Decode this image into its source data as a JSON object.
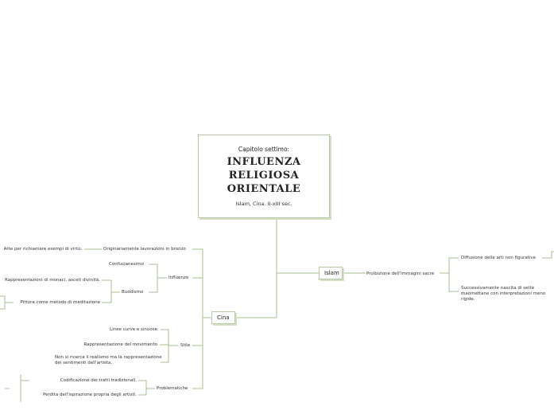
{
  "center": {
    "kicker": "Capitolo settimo:",
    "title_lines": [
      "INFLUENZA",
      "RELIGIOSA",
      "ORIENTALE"
    ],
    "subtitle": "Islam, Cina. II-xIII sec."
  },
  "islam": {
    "label": "Islam",
    "child": "Proibizione dell'immagini sacre",
    "leaves": [
      "Diffusione delle arti non figurative",
      "Successivamente nascita di sette maomettane con interpretazioni meno rigide."
    ]
  },
  "cina": {
    "label": "Cina",
    "influenze": {
      "label": "Influenze",
      "bronzo": "Originariamente lavorazioni in bronzo",
      "bronzo_leaf": "Arte per richiamare esempi di virtù.",
      "confucianesimo": "Confucianesimo",
      "buddismo": "Buddismo",
      "buddismo_leaves": [
        "Rappresentazioni di monaci, asceti divinità.",
        "Pittura come metodo di meditazione"
      ]
    },
    "stile": {
      "label": "Stile",
      "leaves": [
        "Linee curve e sinuose",
        "Rappresentazione del movimento",
        "Non si ricerca il realismo ma la rappresentazione dei sentimenti dell'artista."
      ]
    },
    "problematiche": {
      "label": "Problematiche",
      "leaves": [
        "Codificazione dei tratti tradizionali.",
        "Perdita dell'ispirazione propria degli artisti."
      ]
    }
  },
  "colors": {
    "line": "#a9bf94",
    "border": "#b7c9a4",
    "shadow": "#d3dec5"
  }
}
